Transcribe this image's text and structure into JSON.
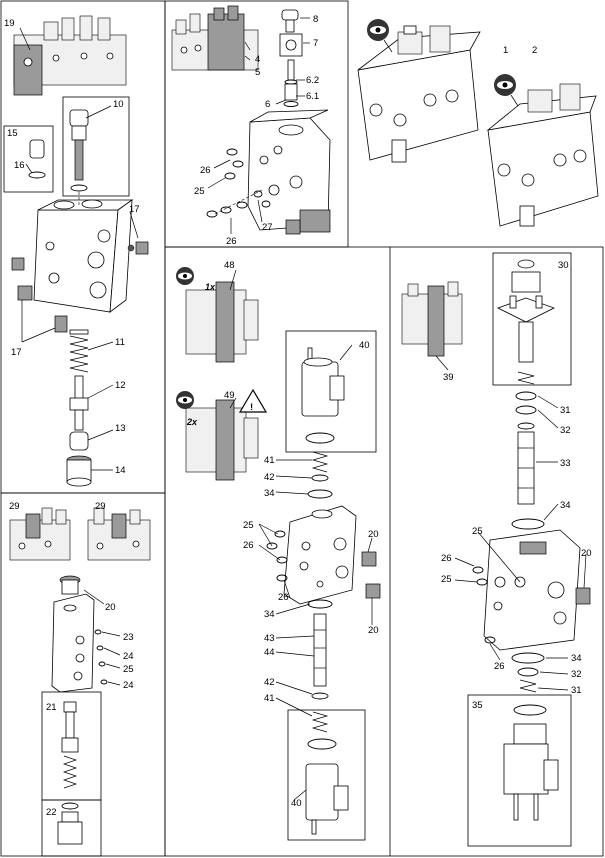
{
  "callouts": {
    "c1": "1",
    "c2": "2",
    "c4": "4",
    "c5": "5",
    "c6": "6",
    "c61": "6.1",
    "c62": "6.2",
    "c7": "7",
    "c8": "8",
    "c10": "10",
    "c11": "11",
    "c12": "12",
    "c13": "13",
    "c14": "14",
    "c15": "15",
    "c16": "16",
    "c17": "17",
    "c19": "19",
    "c20": "20",
    "c21": "21",
    "c22": "22",
    "c23": "23",
    "c24": "24",
    "c25": "25",
    "c26": "26",
    "c27": "27",
    "c29": "29",
    "c30": "30",
    "c31": "31",
    "c32": "32",
    "c33": "33",
    "c34": "34",
    "c35": "35",
    "c39": "39",
    "c40": "40",
    "c41": "41",
    "c42": "42",
    "c43": "43",
    "c44": "44",
    "c48": "48",
    "c49": "49"
  },
  "qty": {
    "one": "1x",
    "two": "2x"
  },
  "warning_glyph": "!",
  "icons": [
    "eye-icon",
    "warning-icon"
  ]
}
